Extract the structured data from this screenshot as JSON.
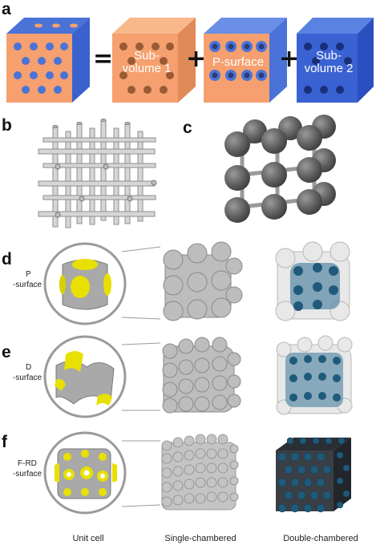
{
  "panel_a": {
    "label": "a",
    "operators": [
      "=",
      "+",
      "+"
    ],
    "cube_labels": {
      "sub_volume_1_line1": "Sub-",
      "sub_volume_1_line2": "volume 1",
      "p_surface": "P-surface",
      "sub_volume_2_line1": "Sub-",
      "sub_volume_2_line2": "volume 2"
    },
    "colors": {
      "orange": "#f5a06e",
      "blue": "#4a73d8",
      "dark_blue": "#2b4fc0"
    }
  },
  "panel_b": {
    "label": "b"
  },
  "panel_c": {
    "label": "c"
  },
  "rows": [
    {
      "label": "d",
      "surface_line1": "P",
      "surface_line2": "-surface"
    },
    {
      "label": "e",
      "surface_line1": "D",
      "surface_line2": "-surface"
    },
    {
      "label": "f",
      "surface_line1": "F-RD",
      "surface_line2": "-surface"
    }
  ],
  "columns": {
    "unit_cell": "Unit cell",
    "single_chambered": "Single-chambered",
    "double_chambered": "Double-chambered"
  },
  "colors": {
    "yellow": "#e8e000",
    "grey": "#a9a9a9",
    "teal": "#1f5a7a"
  }
}
